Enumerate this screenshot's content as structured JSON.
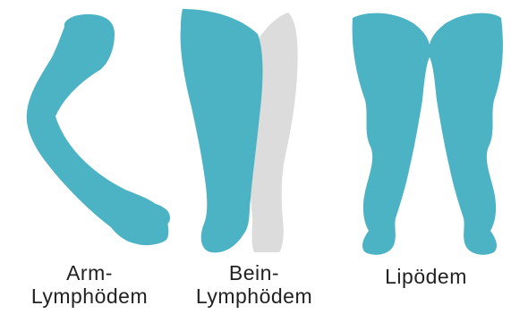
{
  "colors": {
    "affected": "#4bb3c3",
    "healthy": "#dcdcdc",
    "text": "#222222",
    "background": "#ffffff"
  },
  "panels": [
    {
      "id": "arm",
      "label_line1": "Arm-",
      "label_line2": "Lymphödem"
    },
    {
      "id": "leg",
      "label_line1": "Bein-",
      "label_line2": "Lymphödem"
    },
    {
      "id": "lip",
      "label_line1": "Lipödem"
    }
  ]
}
